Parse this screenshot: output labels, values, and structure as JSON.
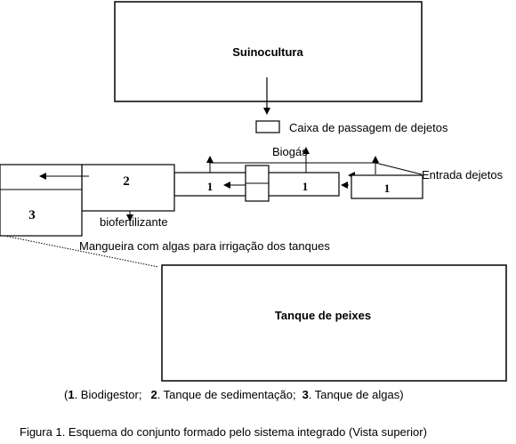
{
  "nodes": {
    "suinocultura": "Suinocultura",
    "caixa": "Caixa de passagem de dejetos",
    "biogas": "Biogás",
    "entrada": "Entrada dejetos",
    "tank2": "2",
    "tank3": "3",
    "bio1_left": "1",
    "bio1_mid": "1",
    "bio1_right": "1",
    "biofertilizante": "biofertilizante",
    "mangueira": "Mangueira com algas para irrigação dos tanques",
    "peixes": "Tanque de peixes"
  },
  "legend": {
    "open": "(",
    "n1": "1",
    "t1": ". Biodigestor;",
    "n2": "2",
    "t2": ". Tanque de sedimentação;",
    "n3": "3",
    "t3": ". Tanque de algas)"
  },
  "caption": "Figura 1. Esquema do conjunto formado pelo sistema integrado (Vista superior)"
}
